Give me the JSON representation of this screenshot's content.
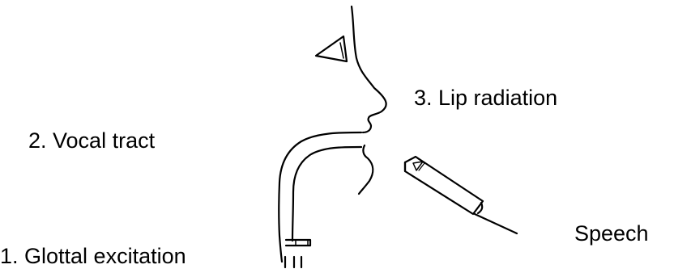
{
  "labels": {
    "glottal_excitation": "1. Glottal excitation",
    "vocal_tract": "2. Vocal tract",
    "lip_radiation": "3. Lip radiation",
    "speech": "Speech"
  },
  "colors": {
    "ink": "#000000",
    "background": "#ffffff"
  }
}
